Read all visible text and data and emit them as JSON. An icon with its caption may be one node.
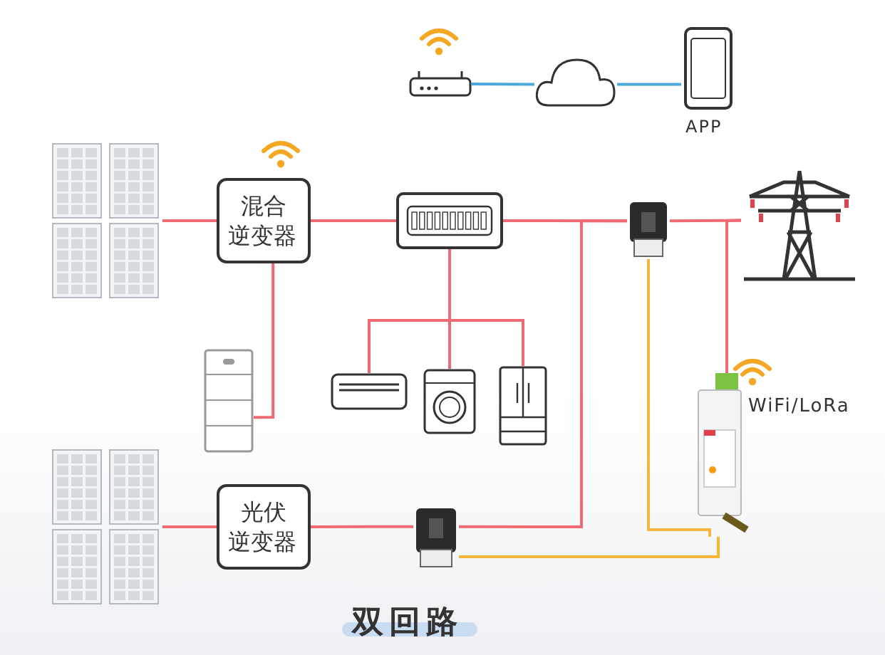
{
  "diagram": {
    "caption": "双回路",
    "nodes": [
      {
        "text": [],
        "shape": "picture"
      },
      {
        "text": [],
        "shape": "cloud"
      },
      {
        "text": [
          "APP"
        ]
      },
      {
        "text": [],
        "shape": "picture"
      },
      {
        "text": [
          "混合逆变器"
        ]
      },
      {
        "text": [],
        "shape": "picture"
      },
      {
        "text": [],
        "shape": "picture"
      },
      {
        "text": [],
        "shape": "picture"
      },
      {
        "text": [],
        "shape": "picture"
      },
      {
        "text": [],
        "shape": "picture"
      },
      {
        "text": [],
        "shape": "picture"
      },
      {
        "text": [],
        "shape": "picture"
      },
      {
        "text": [],
        "shape": "picture",
        "beside": [
          "WiFi/LoRa"
        ]
      },
      {
        "text": [],
        "shape": "picture"
      },
      {
        "text": [
          "光伏逆变器"
        ]
      },
      {
        "text": [],
        "shape": "picture"
      }
    ],
    "edges": [
      {
        "from": 0,
        "to": 1,
        "arrow": "none",
        "color": "#4aa8dc"
      },
      {
        "from": 1,
        "to": 2,
        "arrow": "none",
        "color": "#4aa8dc"
      },
      {
        "from": 3,
        "to": 4,
        "arrow": "none"
      },
      {
        "from": 4,
        "to": 5,
        "arrow": "none"
      },
      {
        "from": 5,
        "to": 6,
        "arrow": "none"
      },
      {
        "from": 6,
        "to": 7,
        "arrow": "none"
      },
      {
        "from": 4,
        "to": 8,
        "arrow": "none"
      },
      {
        "from": 5,
        "to": 9,
        "arrow": "none"
      },
      {
        "from": 5,
        "to": 10,
        "arrow": "none"
      },
      {
        "from": 5,
        "to": 11,
        "arrow": "none"
      },
      {
        "from": 12,
        "to": 7,
        "arrow": "none"
      },
      {
        "from": 13,
        "to": 14,
        "arrow": "none"
      },
      {
        "from": 14,
        "to": 15,
        "arrow": "none"
      },
      {
        "from": 15,
        "to": 6,
        "arrow": "none"
      },
      {
        "from": 6,
        "to": 12,
        "arrow": "none",
        "color": "#f5b73b"
      },
      {
        "from": 15,
        "to": 12,
        "arrow": "none",
        "color": "#f5b73b"
      }
    ]
  }
}
